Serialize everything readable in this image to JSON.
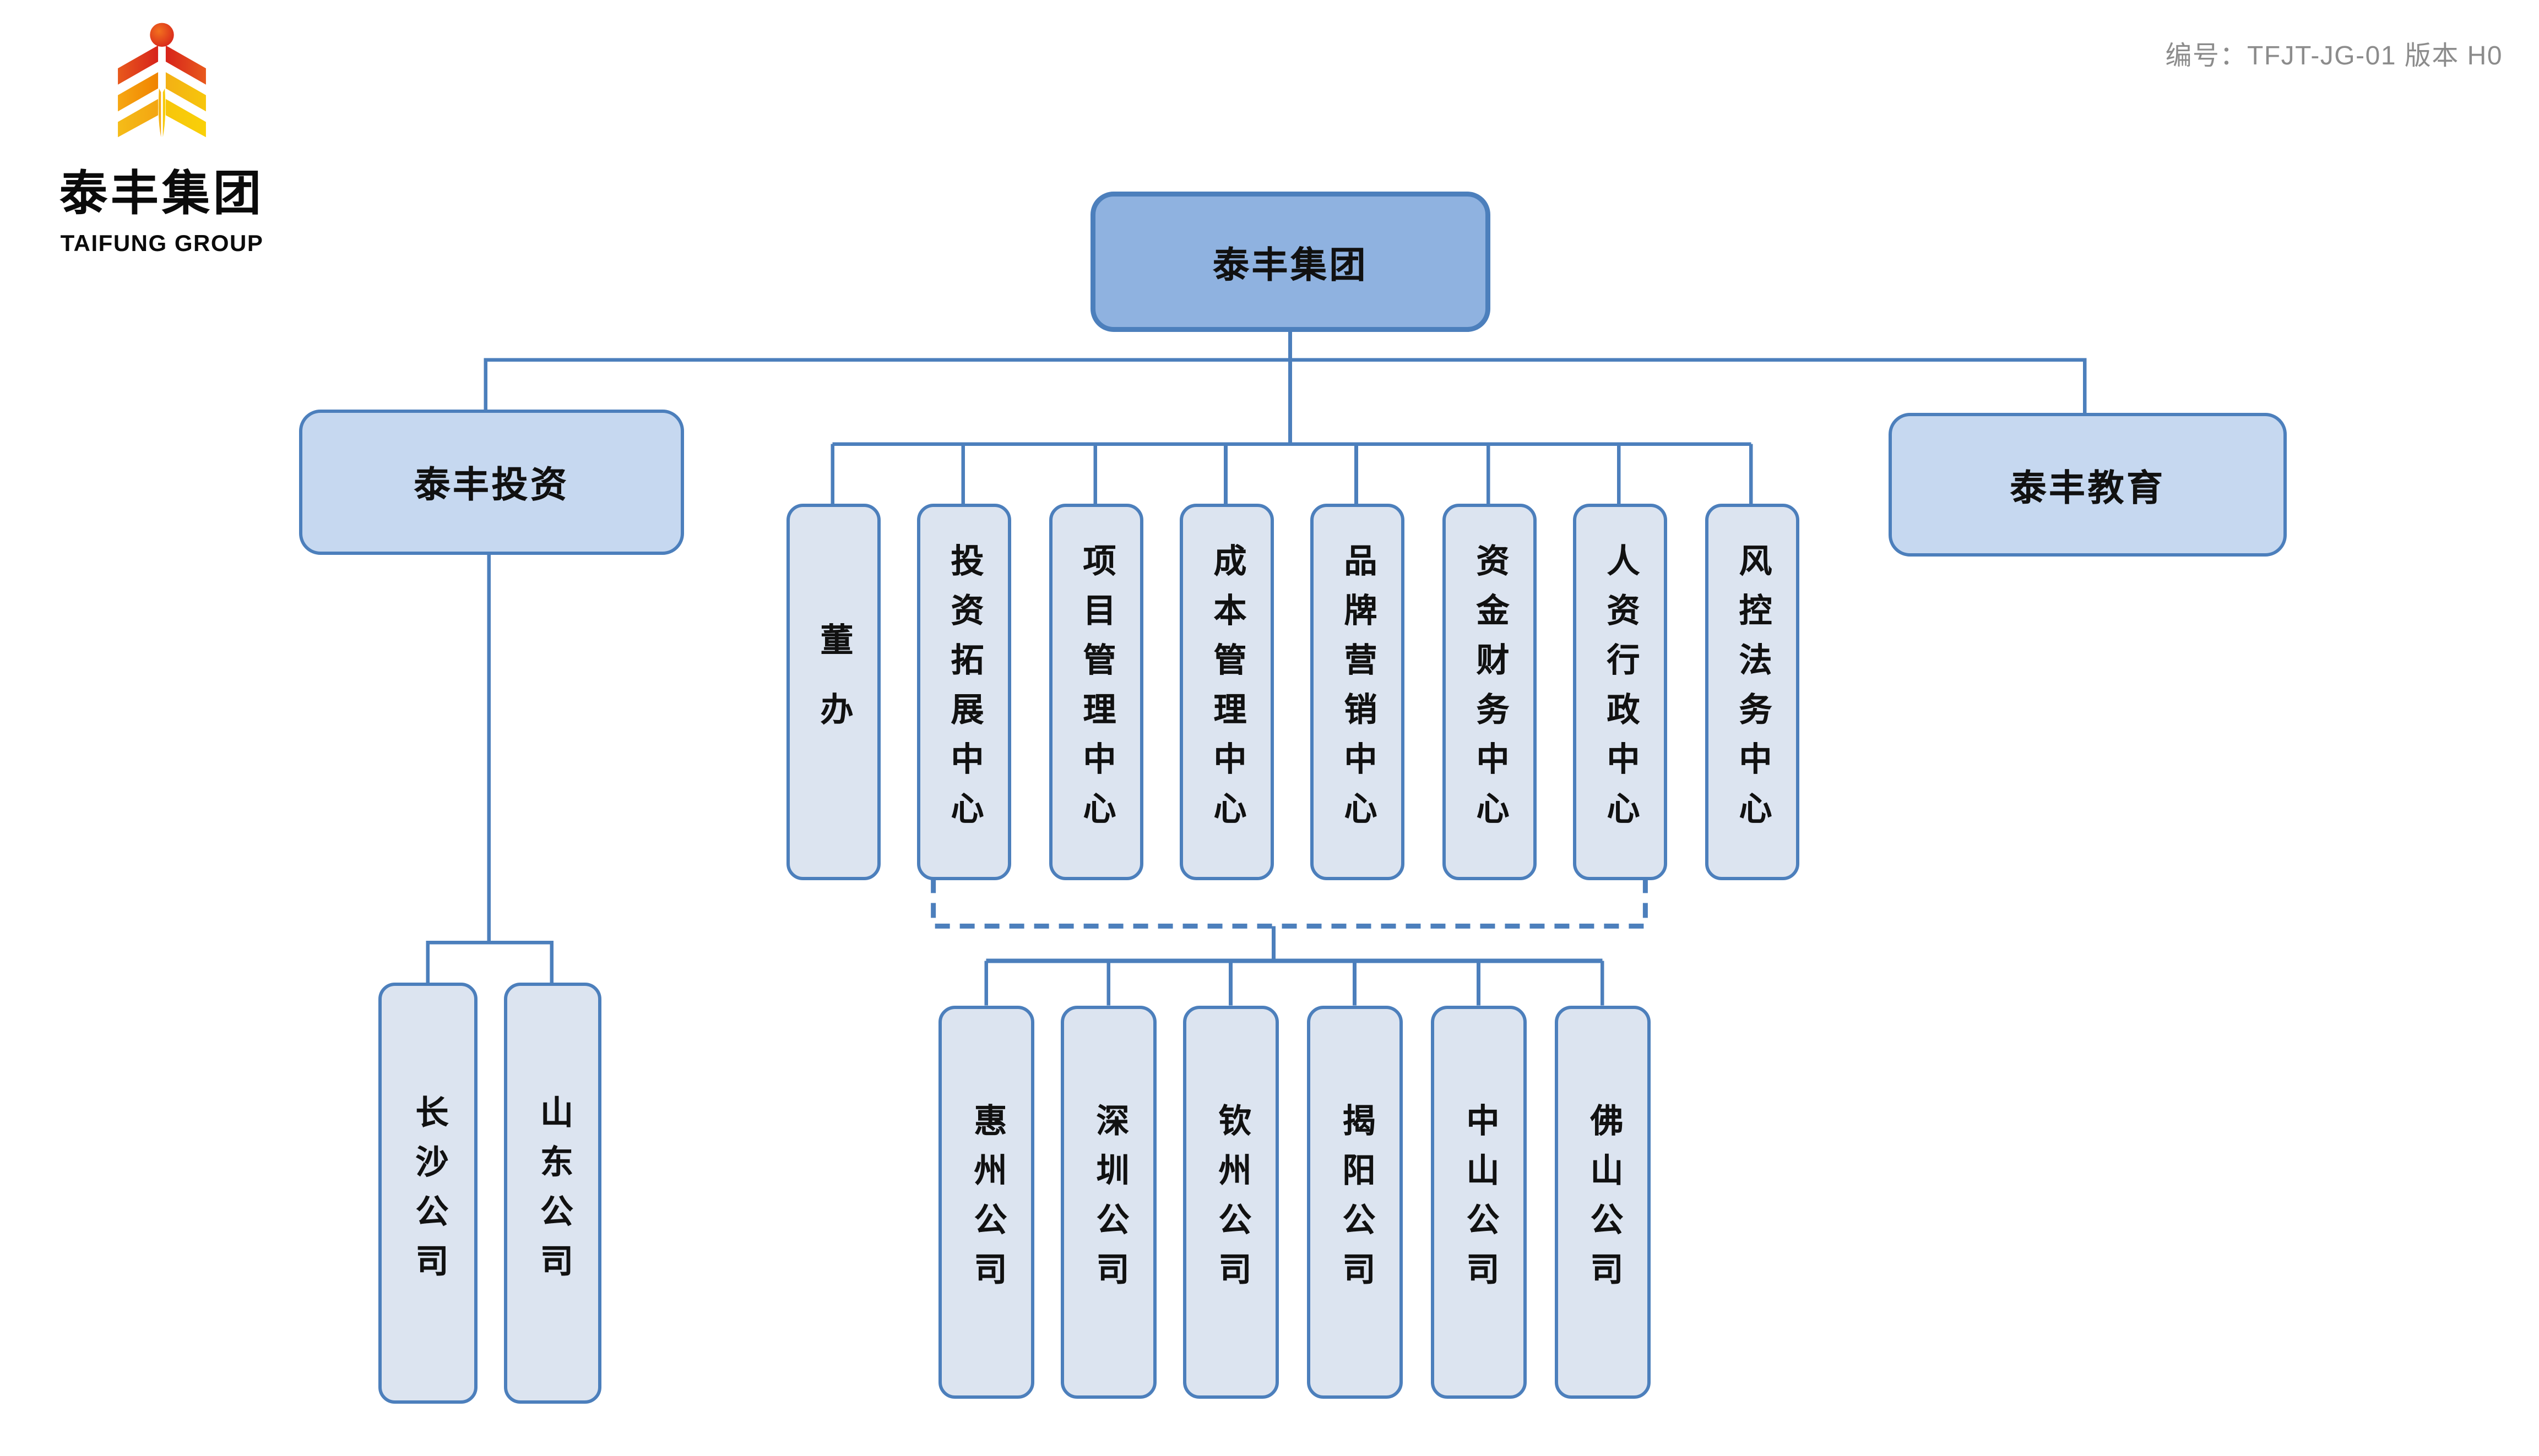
{
  "header": {
    "logo": {
      "name_cn": "泰丰集团",
      "name_en": "TAIFUNG GROUP"
    },
    "doc_ref": "编号：TFJT-JG-01  版本 H0"
  },
  "theme": {
    "accent": "#4c7fbc",
    "root_fill": "#8fb2e0",
    "branch_fill": "#c6d8f0",
    "leaf_fill": "#dce4f0",
    "ink": "#111111",
    "muted": "#8c8c8c",
    "logo_red": "#d7231b",
    "logo_orange": "#f08300",
    "logo_yellow": "#f9d008"
  },
  "org_chart": {
    "root": {
      "label": "泰丰集团"
    },
    "level1": [
      {
        "label": "泰丰投资"
      },
      {
        "label": "泰丰教育"
      }
    ],
    "departments": [
      {
        "label": "董办"
      },
      {
        "label": "投资拓展中心"
      },
      {
        "label": "项目管理中心"
      },
      {
        "label": "成本管理中心"
      },
      {
        "label": "品牌营销中心"
      },
      {
        "label": "资金财务中心"
      },
      {
        "label": "人资行政中心"
      },
      {
        "label": "风控法务中心"
      }
    ],
    "investment_companies": [
      {
        "label": "长沙公司"
      },
      {
        "label": "山东公司"
      }
    ],
    "regional_companies": [
      {
        "label": "惠州公司"
      },
      {
        "label": "深圳公司"
      },
      {
        "label": "钦州公司"
      },
      {
        "label": "揭阳公司"
      },
      {
        "label": "中山公司"
      },
      {
        "label": "佛山公司"
      }
    ]
  }
}
